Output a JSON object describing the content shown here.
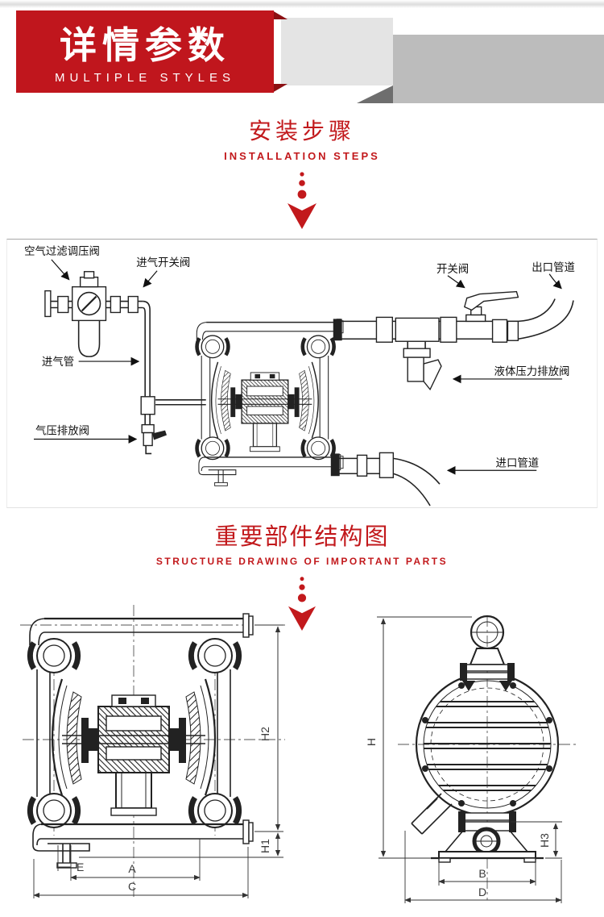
{
  "banner": {
    "title": "详情参数",
    "subtitle": "MULTIPLE STYLES"
  },
  "sections": {
    "install": {
      "title": "安装步骤",
      "subtitle": "INSTALLATION STEPS"
    },
    "structure": {
      "title": "重要部件结构图",
      "subtitle": "STRUCTURE DRAWING OF IMPORTANT PARTS"
    }
  },
  "labels": {
    "air_filter_regulator": "空气过滤调压阀",
    "intake_switch_valve": "进气开关阀",
    "intake_pipe": "进气管",
    "air_discharge_valve": "气压排放阀",
    "switch_valve": "开关阀",
    "outlet_pipe": "出口管道",
    "liquid_discharge_valve": "液体压力排放阀",
    "inlet_pipe": "进口管道"
  },
  "dims": {
    "h2": "H2",
    "h1": "H1",
    "e": "E",
    "a": "A",
    "c": "C",
    "h": "H",
    "h3": "H3",
    "b": "B",
    "d": "D"
  },
  "colors": {
    "accent_red": "#c2191c",
    "banner_red": "#c0161d",
    "ribbon_gray": "#bcbcbc",
    "line_dark": "#222222"
  }
}
